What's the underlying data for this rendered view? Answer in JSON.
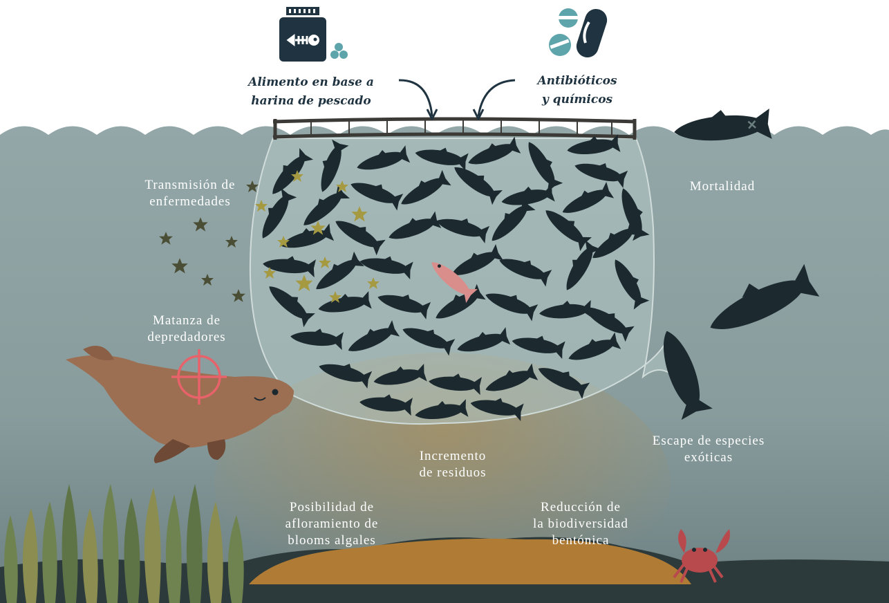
{
  "title": "",
  "inputs": {
    "food": [
      "Alimento en base a",
      "harina de pescado"
    ],
    "chemicals": [
      "Antibióticos",
      "y químicos"
    ]
  },
  "impacts": {
    "disease": [
      "Transmisión de",
      "enfermedades"
    ],
    "mortality": [
      "Mortalidad"
    ],
    "predators": [
      "Matanza de",
      "depredadores"
    ],
    "escape": [
      "Escape de especies",
      "exóticas"
    ],
    "waste": [
      "Incremento",
      "de residuos"
    ],
    "blooms": [
      "Posibilidad de",
      "afloramiento de",
      "blooms algales"
    ],
    "biodiversity": [
      "Reducción de",
      "la biodiversidad",
      "bentónica"
    ]
  },
  "colors": {
    "sky": "#ffffff",
    "water": "#8fa3a4",
    "water_deep": "#6c7f80",
    "net": "#b3c6c4",
    "fish": "#1c2a30",
    "fish_highlight": "#d98e8c",
    "sediment": "#b07c35",
    "seal": "#9c6e52",
    "target": "#e8626a",
    "kelp": "#6f8350",
    "crab": "#b84a4e",
    "icon_dark": "#1f3340",
    "icon_teal": "#5ea4ab"
  }
}
